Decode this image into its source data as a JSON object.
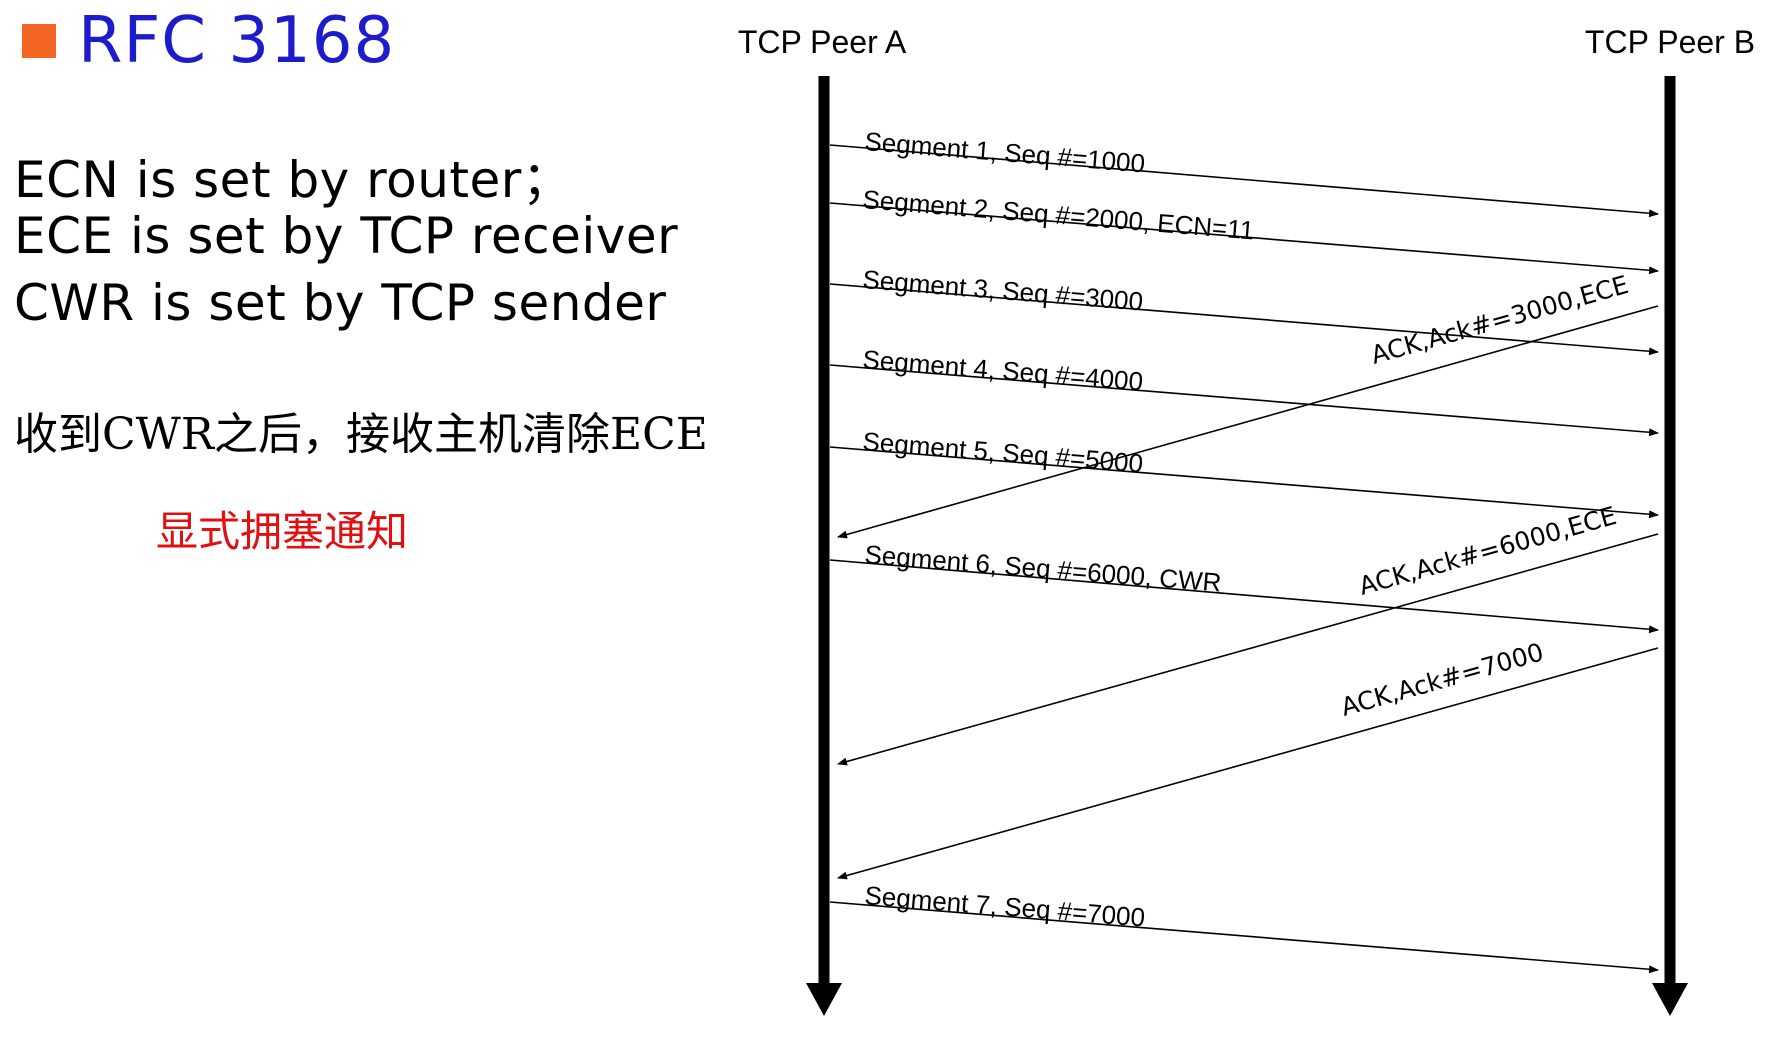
{
  "title": "RFC 3168",
  "bullets": [
    "ECN is set by router；",
    "ECE is set by TCP receiver",
    "CWR is set by TCP sender"
  ],
  "note": "收到CWR之后，接收主机清除ECE",
  "subtitle": "显式拥塞通知",
  "diagram": {
    "peer_a": "TCP Peer A",
    "peer_b": "TCP Peer B",
    "messages": [
      {
        "label": "Segment 1, Seq #=1000",
        "from": "A",
        "to": "B"
      },
      {
        "label": "Segment 2, Seq #=2000, ECN=11",
        "from": "A",
        "to": "B"
      },
      {
        "label": "Segment 3, Seq #=3000",
        "from": "A",
        "to": "B"
      },
      {
        "label": "ACK,Ack#=3000,ECE",
        "from": "B",
        "to": "A"
      },
      {
        "label": "Segment 4, Seq #=4000",
        "from": "A",
        "to": "B"
      },
      {
        "label": "Segment 5, Seq #=5000",
        "from": "A",
        "to": "B"
      },
      {
        "label": "ACK,Ack#=6000,ECE",
        "from": "B",
        "to": "A"
      },
      {
        "label": "Segment 6, Seq #=6000, CWR",
        "from": "A",
        "to": "B"
      },
      {
        "label": "ACK,Ack#=7000",
        "from": "B",
        "to": "A"
      },
      {
        "label": "Segment 7, Seq #=7000",
        "from": "A",
        "to": "B"
      }
    ]
  }
}
